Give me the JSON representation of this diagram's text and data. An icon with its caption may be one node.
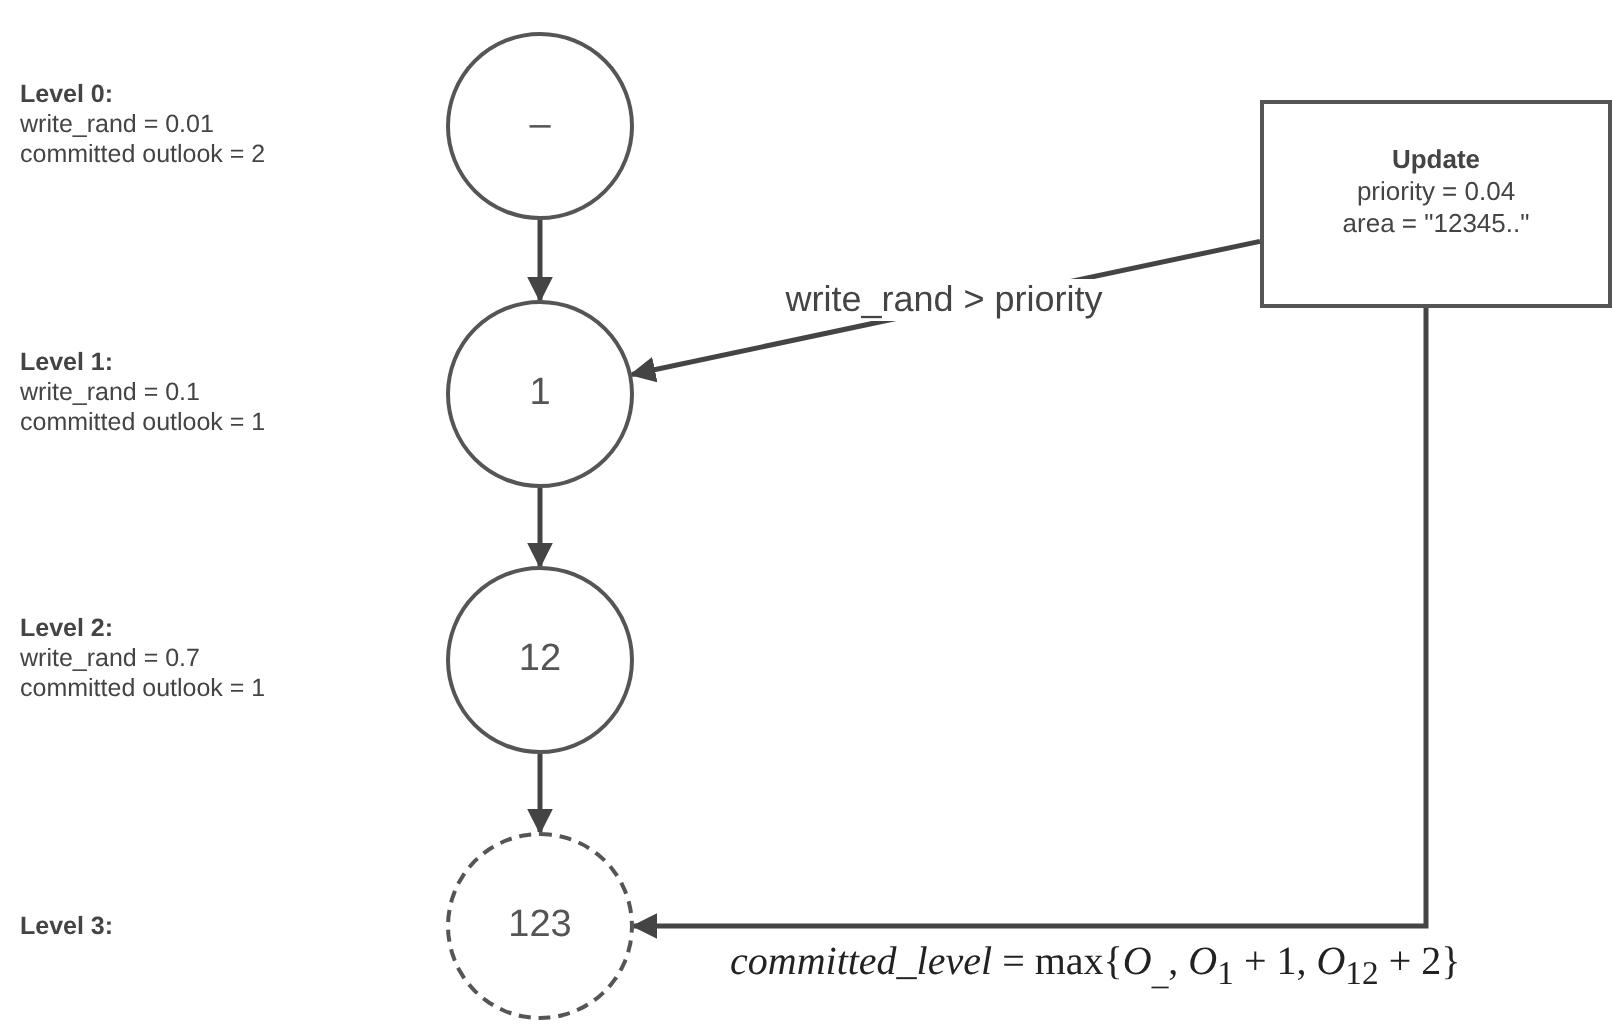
{
  "diagram": {
    "nodes": [
      {
        "text": [
          "–"
        ],
        "beside": [
          "Level 0:",
          "write_rand = 0.01",
          "committed outlook = 2"
        ]
      },
      {
        "text": [
          "1"
        ],
        "beside": [
          "Level 1:",
          "write_rand = 0.1",
          "committed outlook = 1"
        ]
      },
      {
        "text": [
          "12"
        ],
        "beside": [
          "Level 2:",
          "write_rand = 0.7",
          "committed outlook = 1"
        ]
      },
      {
        "text": [
          "123"
        ]
      },
      {
        "text": [
          "Update",
          "priority = 0.04",
          "area = \"12345..\""
        ]
      }
    ],
    "edges": [
      {
        "from": 0,
        "to": 1,
        "arrow": "to"
      },
      {
        "from": 1,
        "to": 2,
        "arrow": "to"
      },
      {
        "from": 2,
        "to": 3,
        "arrow": "to"
      },
      {
        "from": 4,
        "to": 1,
        "arrow": "to",
        "label": "write_rand > priority"
      },
      {
        "from": 4,
        "to": 3,
        "arrow": "to"
      }
    ],
    "labels": [
      "Level 3:",
      "*committed_level* = max{*O*$_{_}$, *O*$_{1}$ + 1, *O*$_{12}$ + 2}"
    ]
  }
}
